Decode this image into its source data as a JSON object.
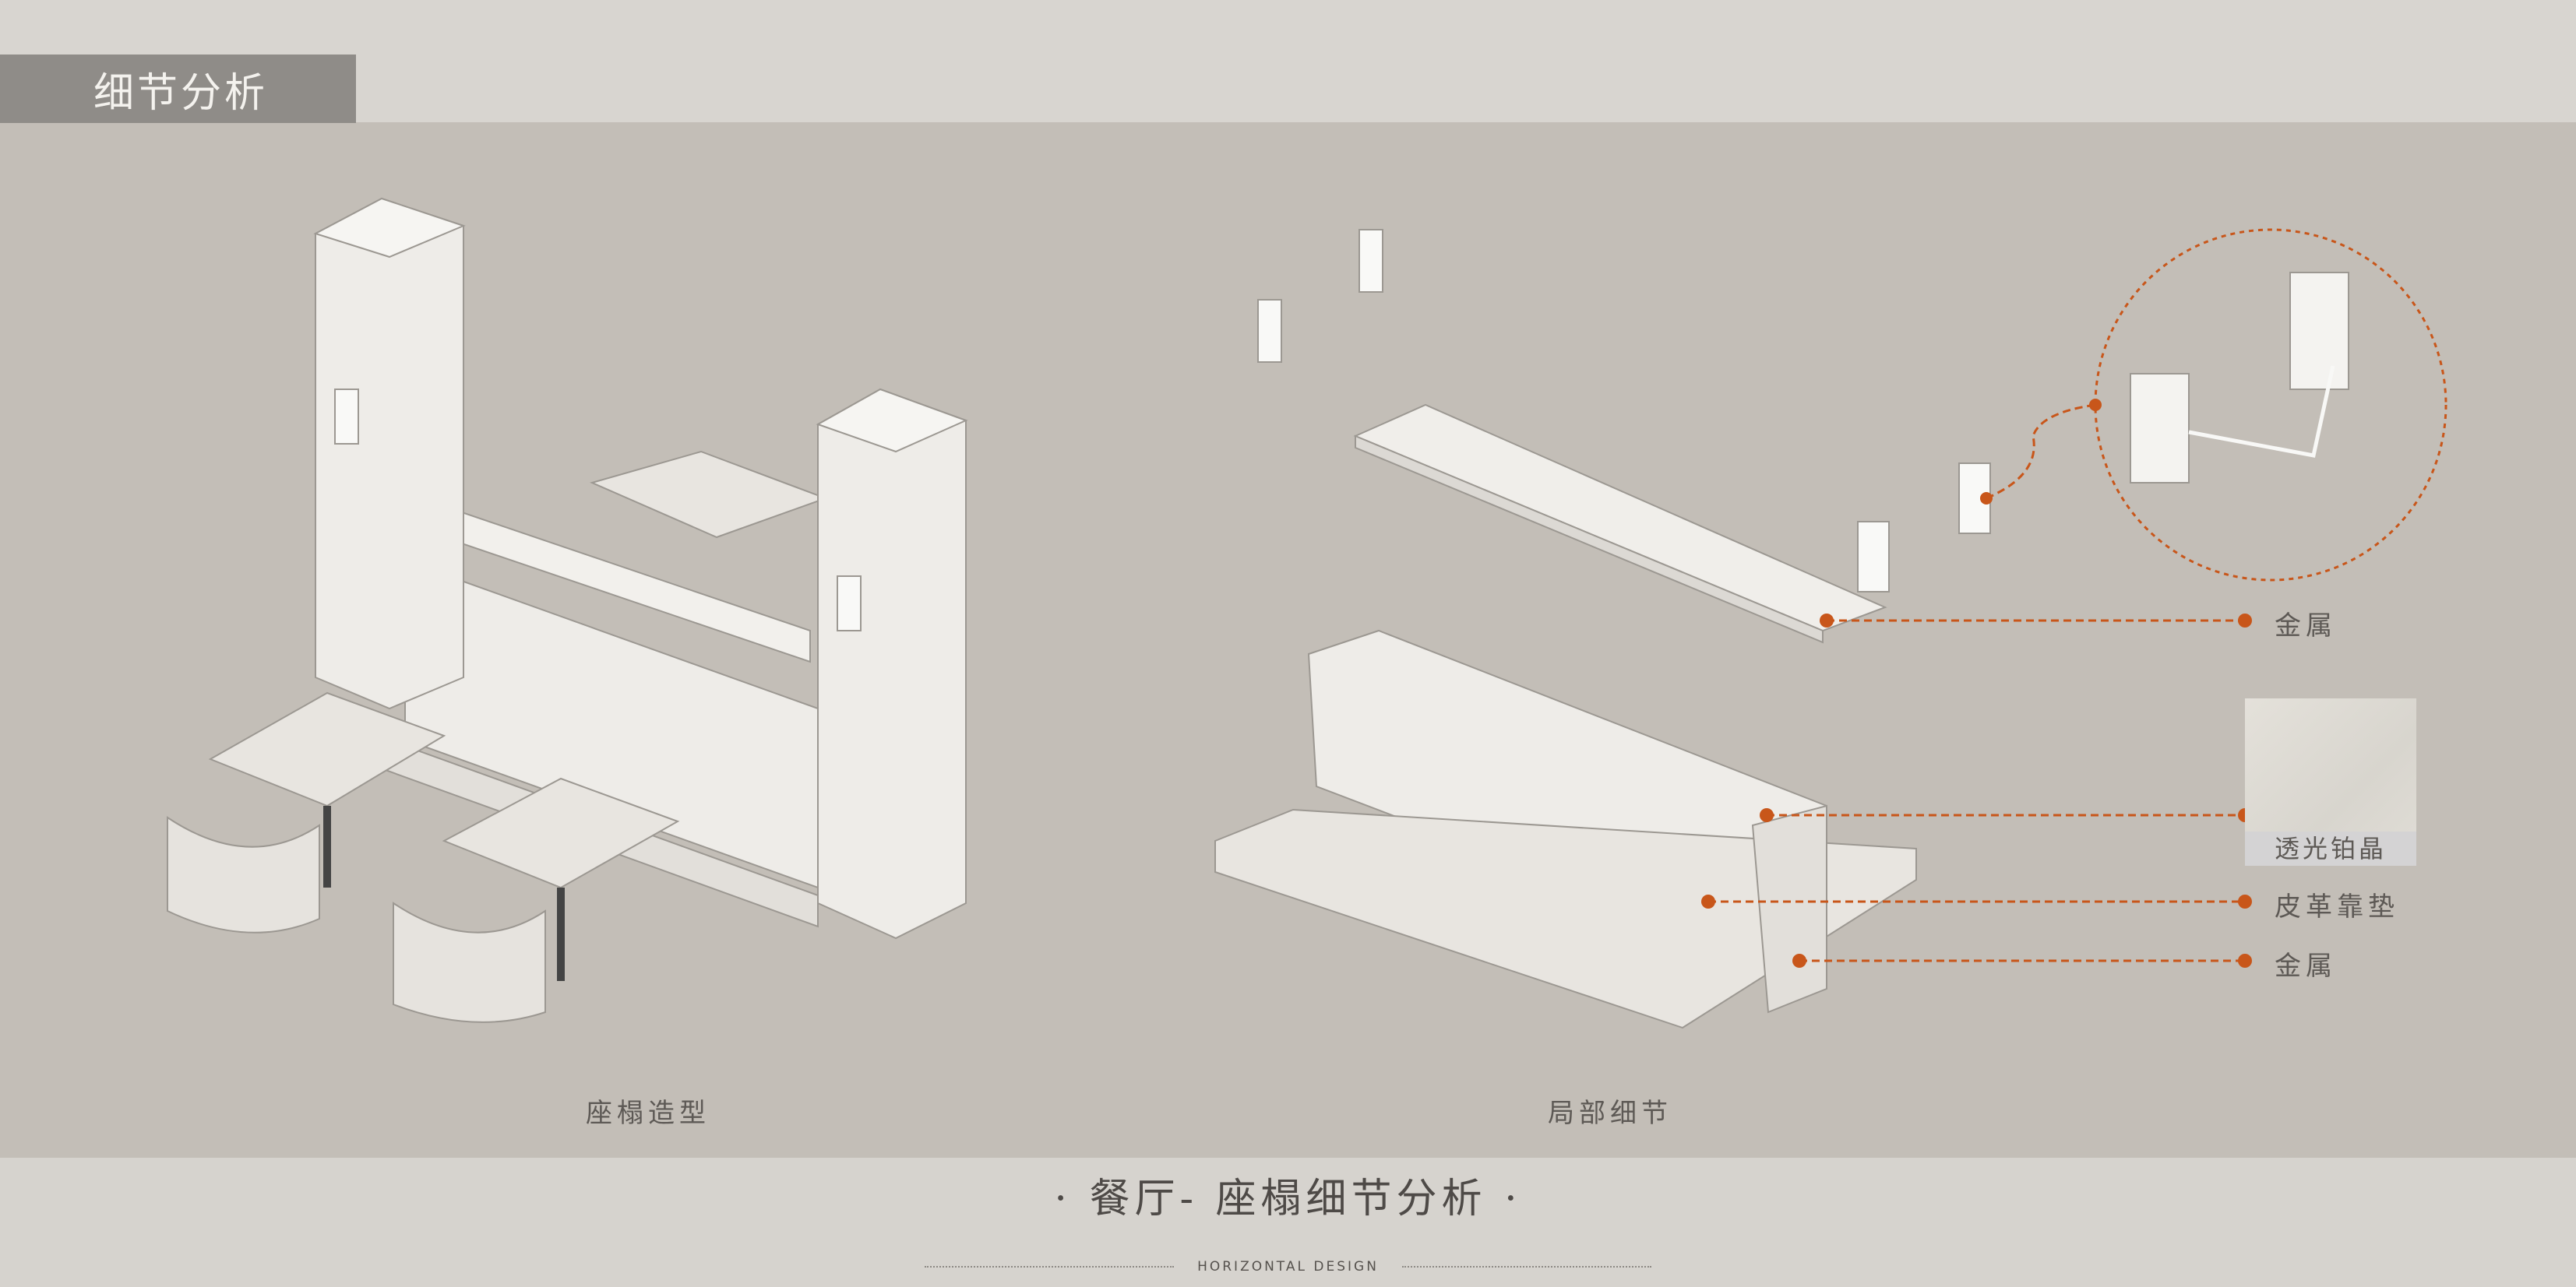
{
  "header": {
    "tag": "细节分析"
  },
  "captions": {
    "left": "座榻造型",
    "right": "局部细节"
  },
  "callouts": [
    {
      "label": "金属"
    },
    {
      "label": "透光铂晶"
    },
    {
      "label": "皮革靠垫"
    },
    {
      "label": "金属"
    }
  ],
  "title": "· 餐厅- 座榻细节分析 ·",
  "footer": "HORIZONTAL DESIGN",
  "colors": {
    "accent": "#c8561a",
    "panel": "#c3beb7",
    "band": "#d8d5d0"
  }
}
